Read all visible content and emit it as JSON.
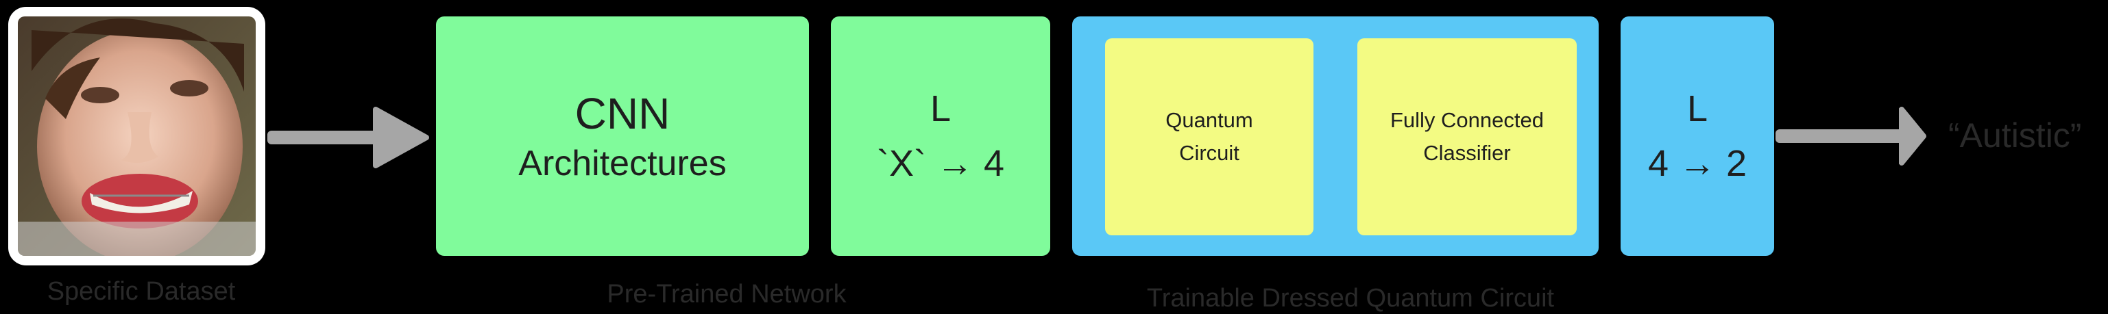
{
  "input": {
    "caption": "Specific Dataset"
  },
  "pretrained": {
    "cnn_title": "CNN",
    "cnn_subtitle": "Architectures",
    "layer_symbol": "L",
    "layer_dims": "`X` → 4",
    "caption": "Pre-Trained Network"
  },
  "dressed": {
    "quantum_line1": "Quantum",
    "quantum_line2": "Circuit",
    "classifier_line1": "Fully Connected",
    "classifier_line2": "Classifier",
    "caption": "Trainable Dressed Quantum Circuit"
  },
  "final_layer": {
    "layer_symbol": "L",
    "layer_dims": "4 → 2"
  },
  "output": {
    "label": "“Autistic”"
  },
  "colors": {
    "background": "#000000",
    "pretrained_green": "#80fb9b",
    "dressed_blue": "#5ac8f6",
    "inner_yellow": "#f3fb83",
    "arrow_gray": "#a6a6a6",
    "caption_gray": "#2a2a2a"
  }
}
